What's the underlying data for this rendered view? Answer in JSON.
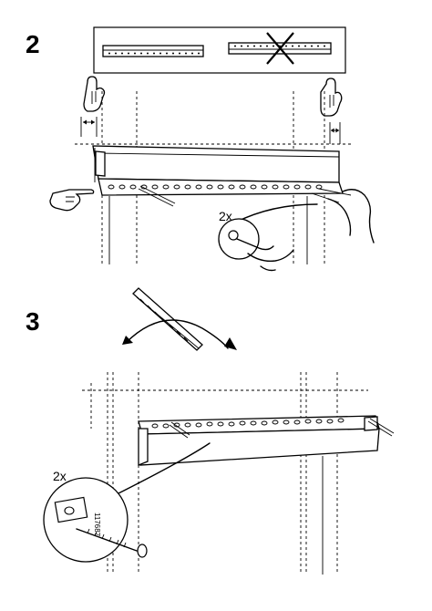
{
  "steps": [
    {
      "number": "2",
      "quantity": "2x"
    },
    {
      "number": "3",
      "quantity": "2x",
      "part_number": "117687"
    }
  ],
  "icons": {
    "rail_correct": "rail-correct-orientation",
    "rail_incorrect": "rail-wrong-orientation-crossed",
    "hand_left": "hand-left-icon",
    "hand_right": "hand-right-icon",
    "pointing_hand": "pointing-hand-icon",
    "rotate_arrow": "rotate-arrow"
  }
}
